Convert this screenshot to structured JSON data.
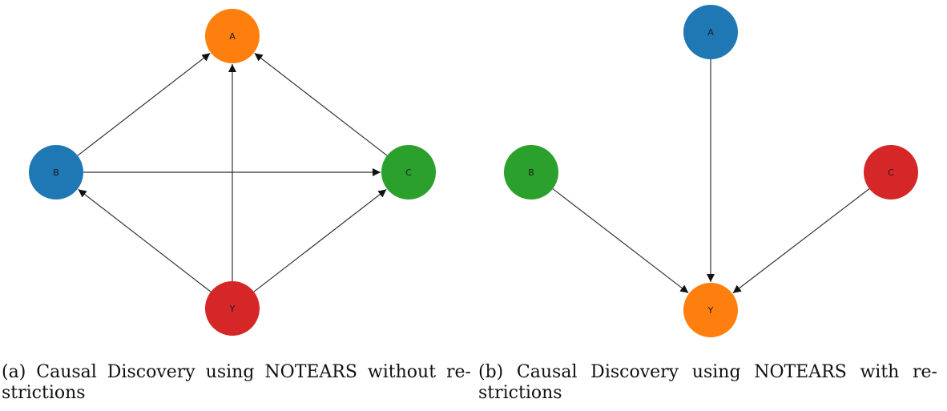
{
  "colors": {
    "orange": "#ff7f0e",
    "blue": "#1f77b4",
    "green": "#2ca02c",
    "red": "#d62728",
    "edge": "#333333"
  },
  "panels": [
    {
      "id": "a",
      "caption": "(a) Causal Discovery using NOTEARS without re-strictions",
      "nodes": [
        {
          "id": "A",
          "label": "A",
          "color": "orange"
        },
        {
          "id": "B",
          "label": "B",
          "color": "blue"
        },
        {
          "id": "C",
          "label": "C",
          "color": "green"
        },
        {
          "id": "Y",
          "label": "Y",
          "color": "red"
        }
      ],
      "edges": [
        {
          "from": "B",
          "to": "A"
        },
        {
          "from": "Y",
          "to": "A"
        },
        {
          "from": "C",
          "to": "A"
        },
        {
          "from": "B",
          "to": "C"
        },
        {
          "from": "Y",
          "to": "B"
        },
        {
          "from": "Y",
          "to": "C"
        }
      ]
    },
    {
      "id": "b",
      "caption": "(b) Causal Discovery using NOTEARS with re-strictions",
      "nodes": [
        {
          "id": "A",
          "label": "A",
          "color": "blue"
        },
        {
          "id": "B",
          "label": "B",
          "color": "green"
        },
        {
          "id": "C",
          "label": "C",
          "color": "red"
        },
        {
          "id": "Y",
          "label": "Y",
          "color": "orange"
        }
      ],
      "edges": [
        {
          "from": "A",
          "to": "Y"
        },
        {
          "from": "B",
          "to": "Y"
        },
        {
          "from": "C",
          "to": "Y"
        }
      ]
    }
  ]
}
